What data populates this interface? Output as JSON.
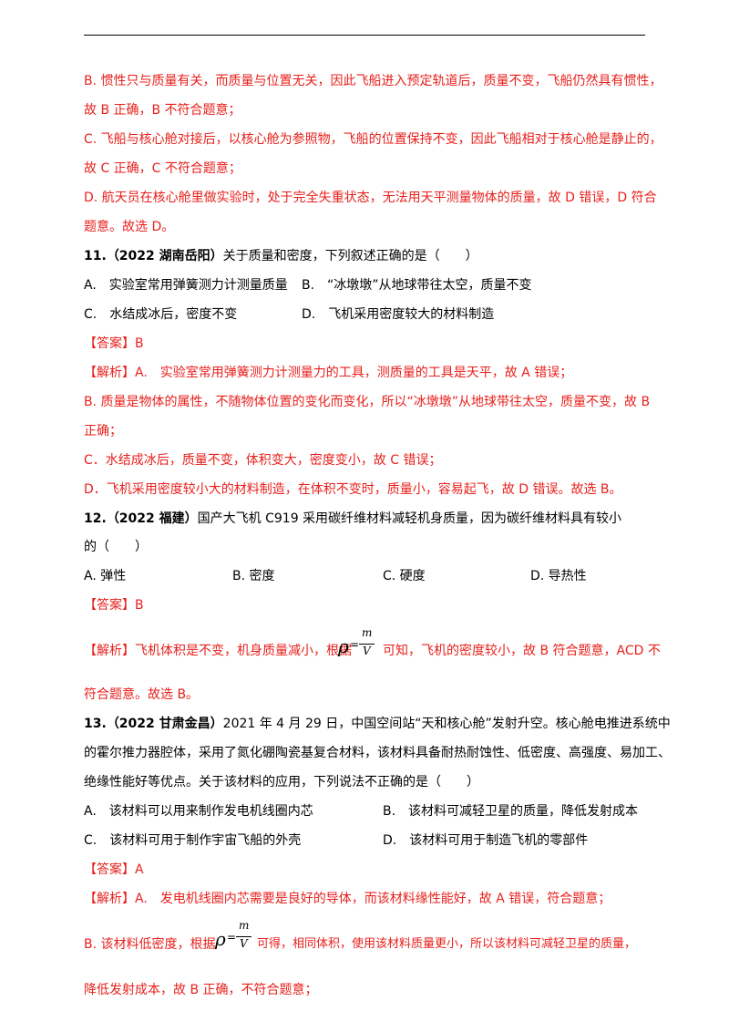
{
  "lines": {
    "l1": "B. 惯性只与质量有关，而质量与位置无关，因此飞船进入预定轨道后，质量不变，飞船仍然具有惯性，",
    "l2": "故 B 正确，B 不符合题意；",
    "l3": "C. 飞船与核心舱对接后，以核心舱为参照物，飞船的位置保持不变，因此飞船相对于核心舱是静止的，",
    "l4": "故 C 正确，C 不符合题意；",
    "l5": "D. 航天员在核心舱里做实验时，处于完全失重状态，无法用天平测量物体的质量，故 D 错误，D 符合",
    "l6": "题意。故选 D。"
  },
  "q11": {
    "num": "11.",
    "source": "（2022 湖南岳阳）",
    "stem": "关于质量和密度，下列叙述正确的是（　　）",
    "opt_a": "A.　实验室常用弹簧测力计测量质量",
    "opt_b": "B.　“冰墩墩”从地球带往太空，质量不变",
    "opt_c": "C.　水结成冰后，密度不变",
    "opt_d": "D.　飞机采用密度较大的材料制造",
    "answer_tag": "【答案】",
    "answer": "B",
    "analysis_tag": "【解析】",
    "a1": "A.　实验室常用弹簧测力计测量力的工具，测质量的工具是天平，故 A 错误；",
    "a2": "B. 质量是物体的属性，不随物体位置的变化而变化，所以“冰墩墩”从地球带往太空，质量不变，故 B",
    "a3": "正确；",
    "a4": "C．水结成冰后，质量不变，体积变大，密度变小，故 C 错误；",
    "a5": "D．飞机采用密度较小大的材料制造，在体积不变时，质量小，容易起飞，故 D 错误。故选 B。"
  },
  "q12": {
    "num": "12.",
    "source": "（2022 福建）",
    "stem": "国产大飞机 C919 采用碳纤维材料减轻机身质量，因为碳纤维材料具有较小",
    "stem2": "的（　　）",
    "opt_a": "A. 弹性",
    "opt_b": "B. 密度",
    "opt_c": "C. 硬度",
    "opt_d": "D. 导热性",
    "answer_tag": "【答案】",
    "answer": "B",
    "analysis_tag": "【解析】",
    "a1_before": "飞机体积是不变，机身质量减小，根据",
    "a1_after": "可知，飞机的密度较小，故 B 符合题意，ACD 不",
    "a2": "符合题意。故选 B。"
  },
  "formula": {
    "rho": "ρ",
    "eq": "=",
    "num": "m",
    "den": "V"
  },
  "q13": {
    "num": "13.",
    "source": "（2022 甘肃金昌）",
    "stem": "2021 年 4 月 29 日，中国空间站“天和核心舱”发射升空。核心舱电推进系统中",
    "stem2": "的霍尔推力器腔体，采用了氮化硼陶瓷基复合材料，该材料具备耐热耐蚀性、低密度、高强度、易加工、",
    "stem3": "绝缘性能好等优点。关于该材料的应用，下列说法不正确的是（　　）",
    "opt_a": "A.　该材料可以用来制作发电机线圈内芯",
    "opt_b": "B.　该材料可减轻卫星的质量，降低发射成本",
    "opt_c": "C.　该材料可用于制作宇宙飞船的外壳",
    "opt_d": "D.　该材料可用于制造飞机的零部件",
    "answer_tag": "【答案】",
    "answer": "A",
    "analysis_tag": "【解析】",
    "a1": "A.　发电机线圈内芯需要是良好的导体，而该材料缘性能好，故 A 错误，符合题意；",
    "a2_before": "B. 该材料低密度，根据",
    "a2_after": "可得，相同体积，使用该材料质量更小，所以该材料可减轻卫星的质量，",
    "a3": "降低发射成本，故 B 正确，不符合题意；"
  }
}
